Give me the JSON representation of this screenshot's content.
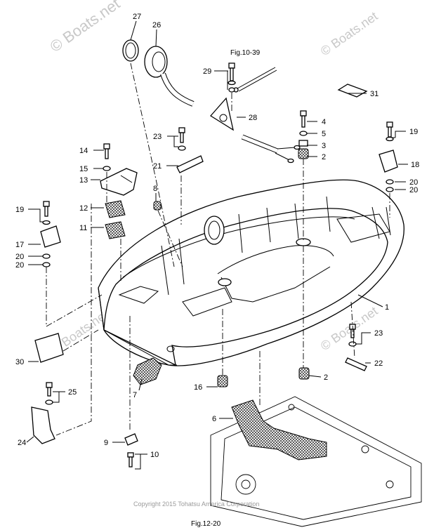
{
  "watermarks": [
    "© Boats.net",
    "© Boats.net",
    "© Boats.net",
    "© Boats.net"
  ],
  "copyright": "Copyright 2015 Tohatsu America Corporation",
  "references": {
    "fig_10_39": "Fig.10-39",
    "fig_12_20": "Fig.12-20"
  },
  "callouts": [
    "27",
    "26",
    "29",
    "31",
    "28",
    "4",
    "5",
    "3",
    "2",
    "19",
    "18",
    "20",
    "20",
    "23",
    "21",
    "14",
    "15",
    "13",
    "8",
    "12",
    "11",
    "19",
    "17",
    "20",
    "20",
    "1",
    "23",
    "22",
    "30",
    "7",
    "16",
    "2",
    "25",
    "6",
    "24",
    "9",
    "10"
  ]
}
